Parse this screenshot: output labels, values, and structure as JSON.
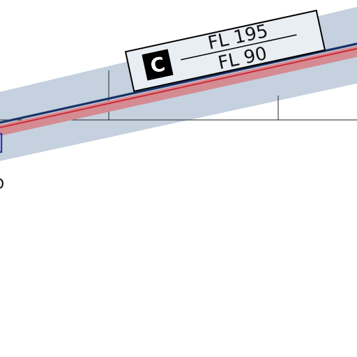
{
  "map": {
    "background": "#ffffff",
    "airway_buffer_color": "#c5d1de",
    "airway_upper_line_color": "#2d4a86",
    "airway_lower_band_color": "#d58b92",
    "airway_lower_line_color": "#cc2a36",
    "reference_line_color": "#222222"
  },
  "airspace_label": {
    "class_letter": "C",
    "upper_limit": "FL 195",
    "lower_limit": "FL 90",
    "badge_bg": "#000000",
    "badge_fg": "#ffffff",
    "box_bg": "#e9eef4",
    "box_border": "#000000"
  },
  "edge_fragments": {
    "left_marker_color": "#2b3aa8",
    "partial_text": "D"
  }
}
